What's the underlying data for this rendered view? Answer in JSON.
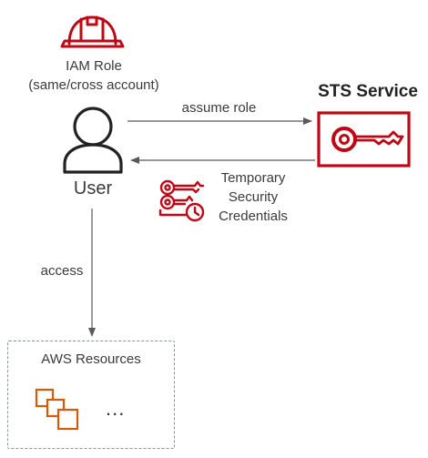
{
  "iam_role": {
    "line1": "IAM Role",
    "line2": "(same/cross account)"
  },
  "user": {
    "label": "User"
  },
  "sts": {
    "title": "STS Service"
  },
  "arrows": {
    "assume_role": "assume role",
    "credentials_line1": "Temporary",
    "credentials_line2": "Security",
    "credentials_line3": "Credentials",
    "access": "access"
  },
  "resources": {
    "label": "AWS Resources",
    "more": "..."
  },
  "colors": {
    "accent_red": "#bf0816",
    "resource_orange": "#d45b07",
    "line_gray": "#5a5a5a"
  },
  "icons": [
    "hard-hat-icon",
    "user-icon",
    "key-icon",
    "credentials-keys-icon",
    "stacked-instances-icon"
  ]
}
